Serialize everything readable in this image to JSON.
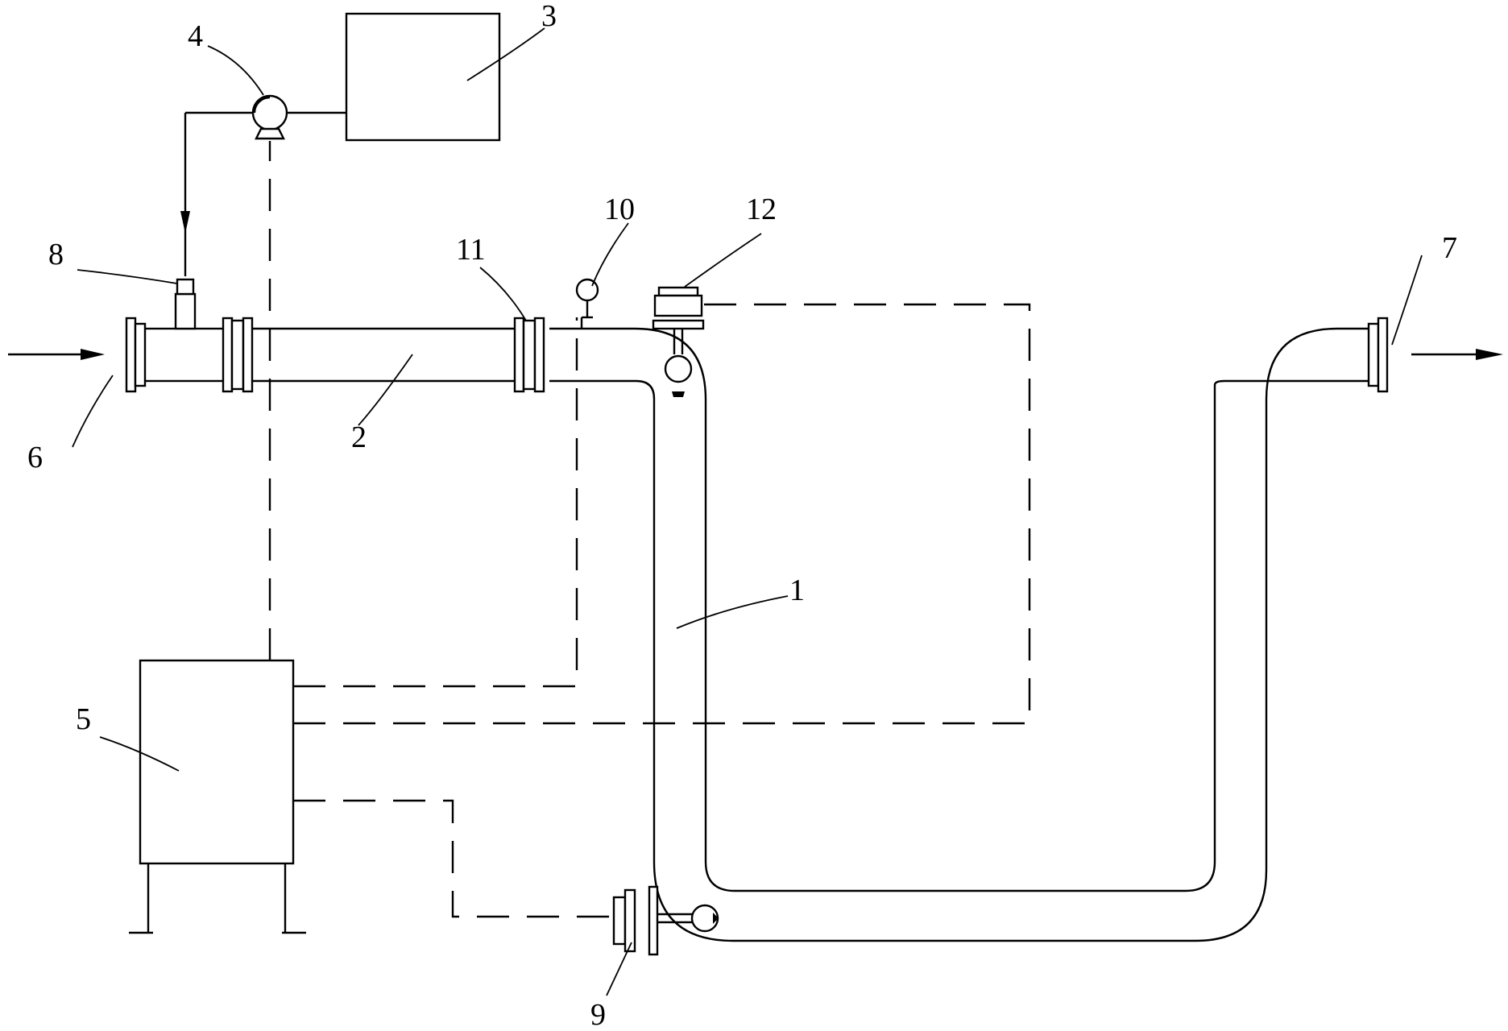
{
  "labels": {
    "pipe": "1",
    "pipe_section": "2",
    "tank": "3",
    "pump": "4",
    "controller": "5",
    "inlet": "6",
    "outlet": "7",
    "injector": "8",
    "lower_sensor": "9",
    "pressure_gauge": "10",
    "flange": "11",
    "upper_sensor": "12"
  }
}
